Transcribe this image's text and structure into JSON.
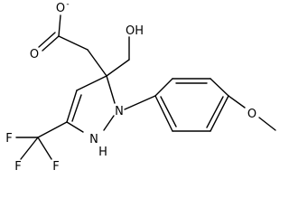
{
  "atoms": {
    "carboxylate_o_minus": "O",
    "carboxylate_charge": "-",
    "carboxylate_o_double": "O",
    "hydroxyl": "OH",
    "ring_n1": "N",
    "ring_nh": "N",
    "ring_nh_h": "H",
    "methoxy_o": "O",
    "fluorine_1": "F",
    "fluorine_2": "F",
    "fluorine_3": "F"
  }
}
